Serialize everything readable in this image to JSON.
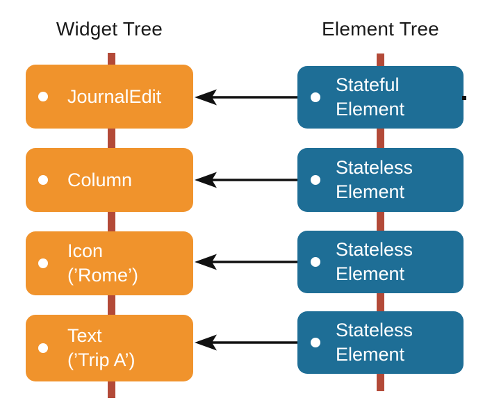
{
  "colors": {
    "widget_node": "#F0932C",
    "element_node": "#1E6E96",
    "tree_line": "#B34A38",
    "arrow": "#111111",
    "node_text": "#FFFFFF",
    "title_text": "#1A1A1A",
    "background": "#FFFFFF"
  },
  "widget_tree": {
    "title": "Widget Tree",
    "nodes": [
      {
        "lines": [
          "JournalEdit"
        ]
      },
      {
        "lines": [
          "Column"
        ]
      },
      {
        "lines": [
          "Icon",
          "(’Rome’)"
        ]
      },
      {
        "lines": [
          "Text",
          "(’Trip A’)"
        ]
      }
    ]
  },
  "element_tree": {
    "title": "Element Tree",
    "nodes": [
      {
        "lines": [
          "Stateful",
          "Element"
        ]
      },
      {
        "lines": [
          "Stateless",
          "Element"
        ]
      },
      {
        "lines": [
          "Stateless",
          "Element"
        ]
      },
      {
        "lines": [
          "Stateless",
          "Element"
        ]
      }
    ]
  }
}
